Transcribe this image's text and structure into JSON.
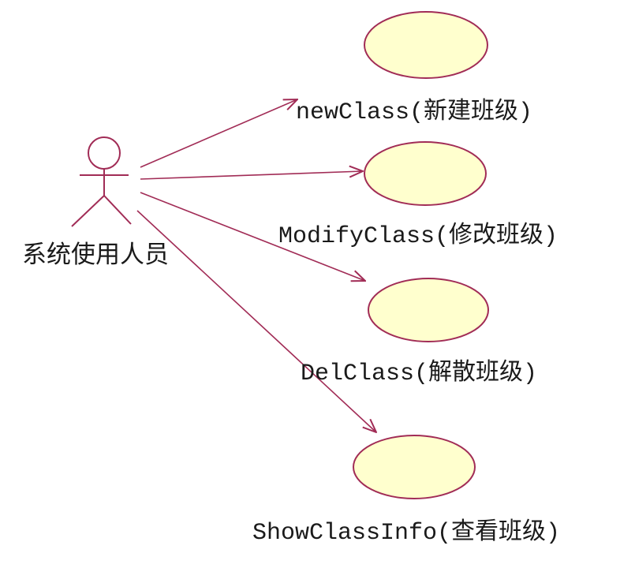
{
  "diagram": {
    "type": "uml-use-case-diagram",
    "background_color": "#FFFFFF",
    "colors": {
      "shape_stroke": "#A12C56",
      "usecase_fill": "#FFFFCE",
      "text": "#1A1A1A"
    },
    "actor": {
      "label": "系统使用人员"
    },
    "use_cases": [
      {
        "id": "newClass",
        "label": "newClass(新建班级)"
      },
      {
        "id": "ModifyClass",
        "label": "ModifyClass(修改班级)"
      },
      {
        "id": "DelClass",
        "label": "DelClass(解散班级)"
      },
      {
        "id": "ShowClassInfo",
        "label": "ShowClassInfo(查看班级)"
      }
    ],
    "associations": [
      {
        "from": "actor",
        "to": "newClass"
      },
      {
        "from": "actor",
        "to": "ModifyClass"
      },
      {
        "from": "actor",
        "to": "DelClass"
      },
      {
        "from": "actor",
        "to": "ShowClassInfo"
      }
    ]
  }
}
